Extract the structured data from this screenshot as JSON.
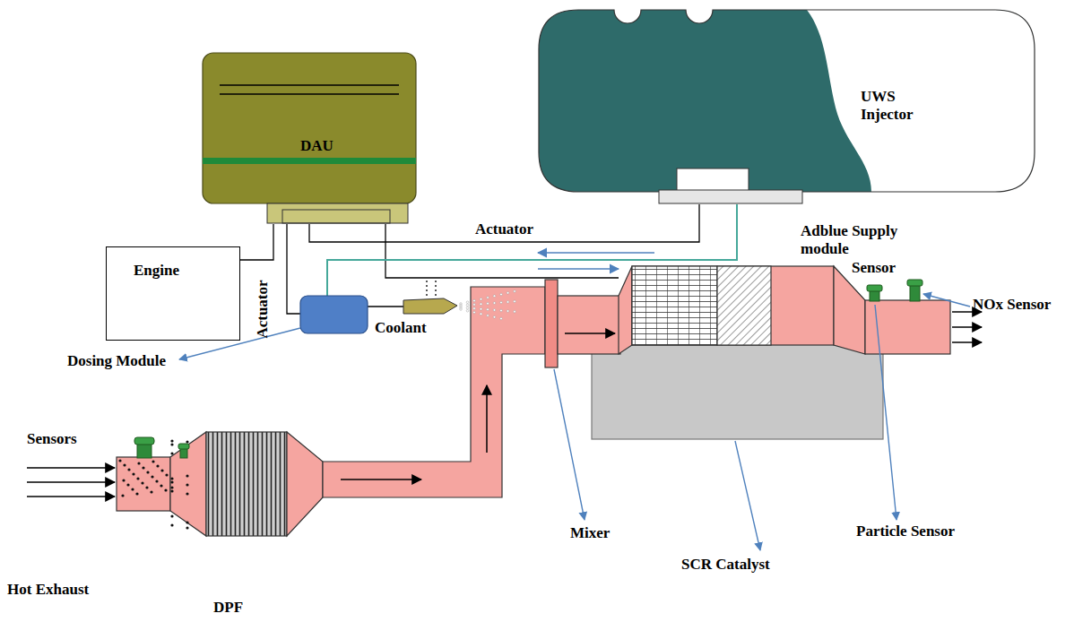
{
  "diagram": {
    "nodes": [
      {
        "text": [
          "DAU"
        ]
      },
      {
        "text": [
          "UWS Injector"
        ]
      },
      {
        "text": [
          "Engine"
        ]
      }
    ],
    "edges": [
      {
        "from": 0,
        "to": 2,
        "arrow": "none"
      },
      {
        "from": 0,
        "to": 1,
        "label": "Actuator",
        "arrow": "none"
      }
    ],
    "labels": [
      "Actuator",
      "Adblue Supply module",
      "Coolant",
      "Dosing Module",
      "Sensors",
      "Sensor",
      "NOx Sensor",
      "Mixer",
      "SCR Catalyst",
      "Particle Sensor",
      "Hot Exhaust",
      "DPF"
    ]
  }
}
